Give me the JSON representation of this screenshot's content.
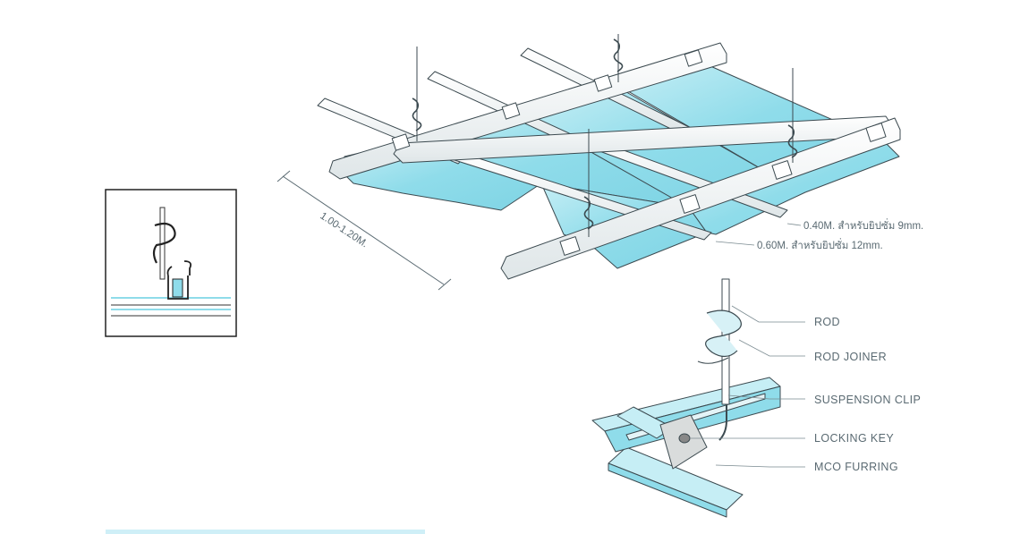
{
  "dimensions": {
    "width_range": "1.00-1.20M.",
    "spacing_9mm": "0.40M. สำหรับยิปซั่ม 9mm.",
    "spacing_12mm": "0.60M. สำหรับยิปซั่ม 12mm."
  },
  "parts": [
    {
      "id": "rod",
      "label": "ROD"
    },
    {
      "id": "rod-joiner",
      "label": "ROD JOINER"
    },
    {
      "id": "suspension-clip",
      "label": "SUSPENSION CLIP"
    },
    {
      "id": "locking-key",
      "label": "LOCKING KEY"
    },
    {
      "id": "mco-furring",
      "label": "MCO FURRING"
    }
  ],
  "colors": {
    "board": "#8fdcea",
    "board_light": "#c6eef5",
    "steel": "#f4f6f6",
    "outline": "#3c4a50",
    "leader": "#7a8a90",
    "text": "#5a6a72"
  }
}
